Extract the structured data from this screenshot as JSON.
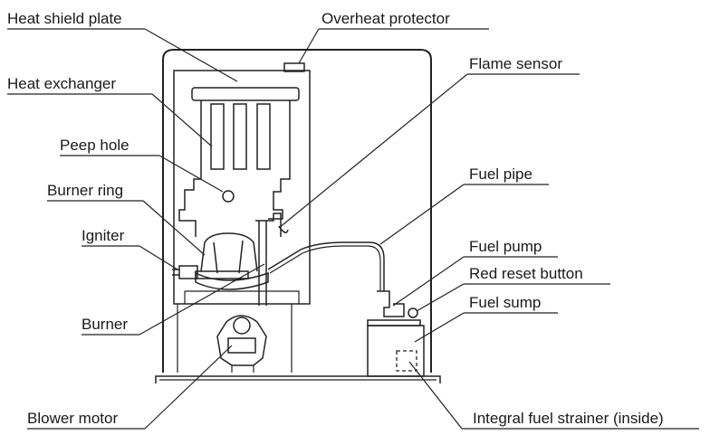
{
  "labels": {
    "heat_shield_plate": "Heat shield plate",
    "overheat_protector": "Overheat protector",
    "heat_exchanger": "Heat exchanger",
    "flame_sensor": "Flame sensor",
    "peep_hole": "Peep hole",
    "fuel_pipe": "Fuel pipe",
    "burner_ring": "Burner ring",
    "igniter": "Igniter",
    "fuel_pump": "Fuel pump",
    "red_reset_button": "Red reset button",
    "fuel_sump": "Fuel sump",
    "burner": "Burner",
    "blower_motor": "Blower motor",
    "integral_fuel_strainer": "Integral fuel strainer (inside)"
  }
}
